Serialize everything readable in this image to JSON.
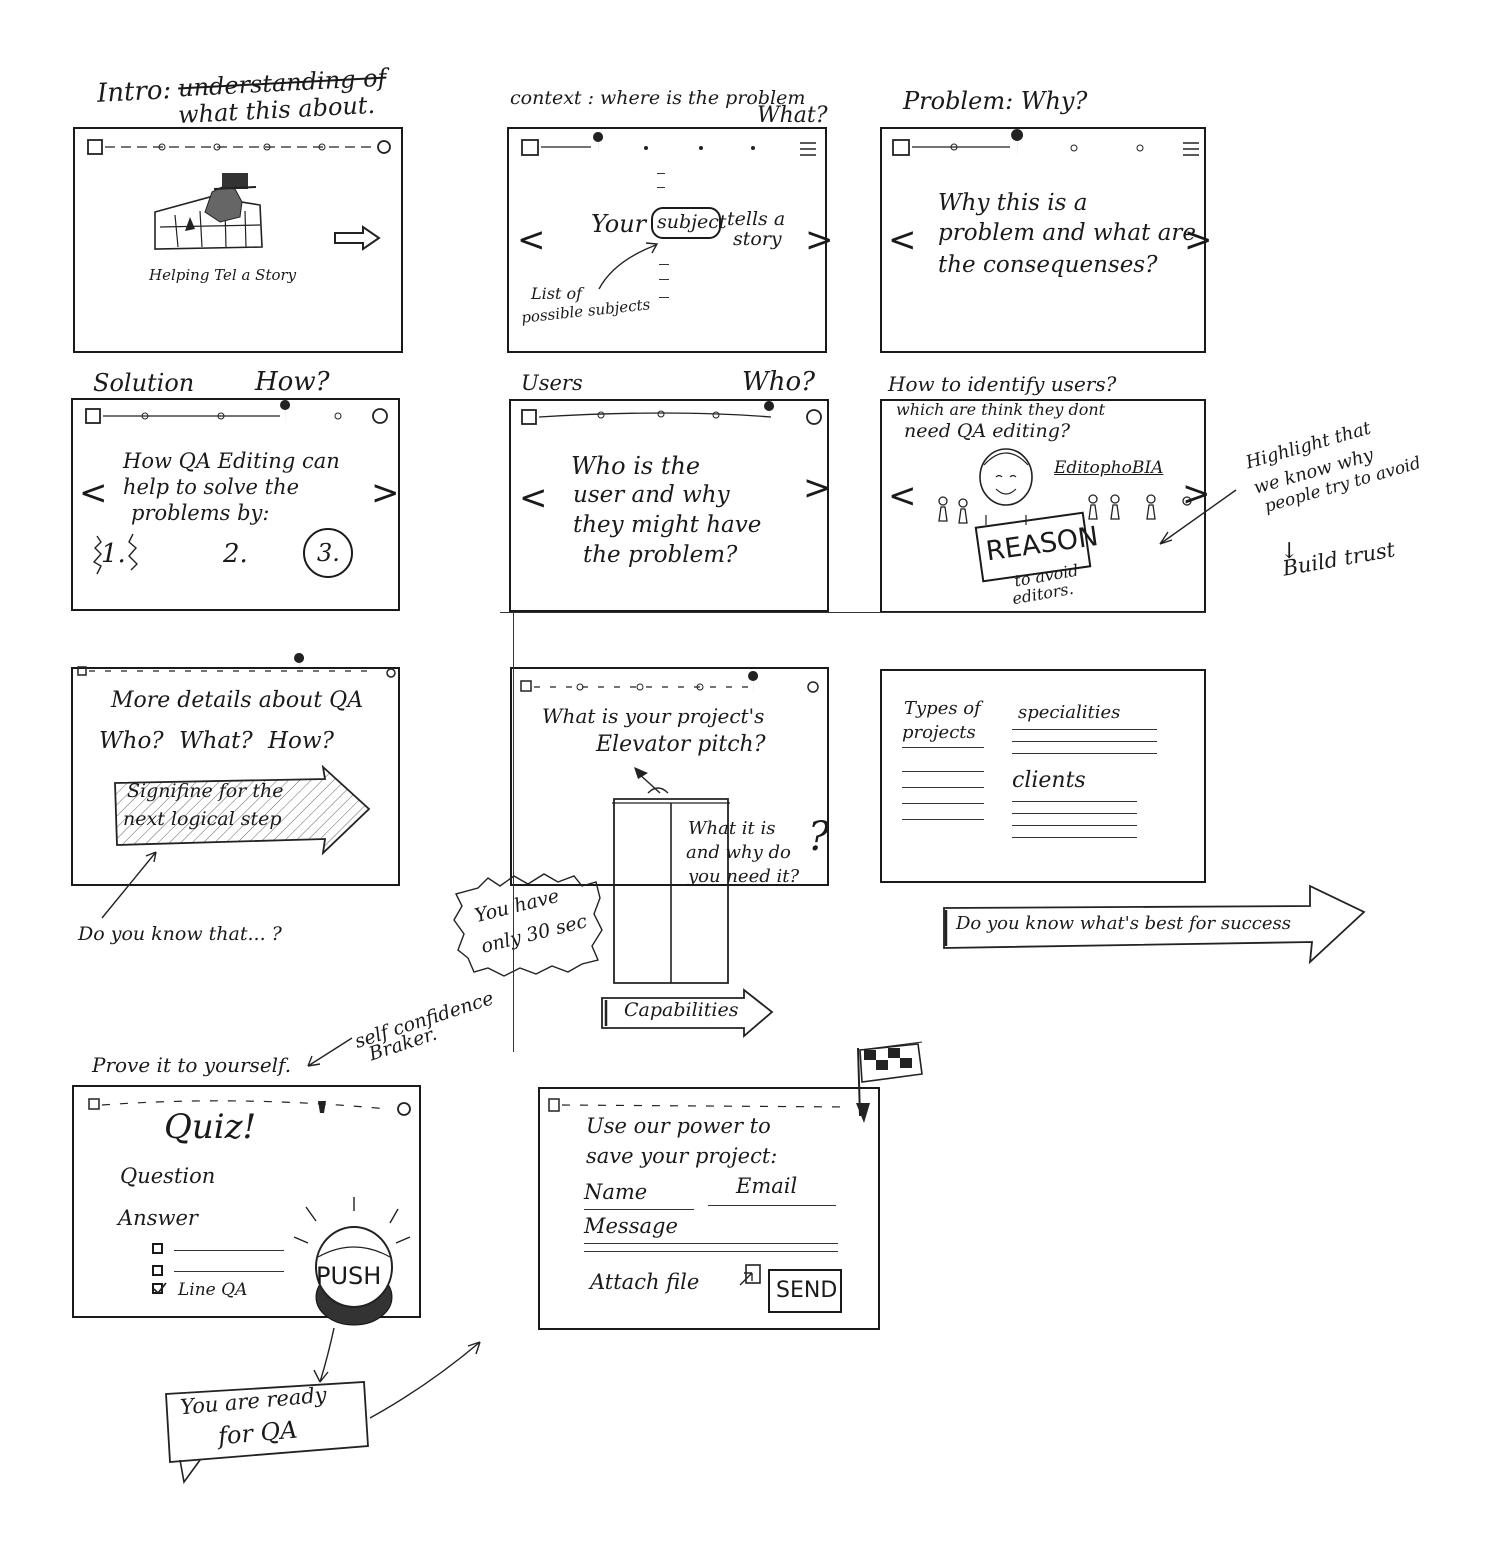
{
  "frames": {
    "intro": {
      "heading_struck": "understanding of",
      "heading_line1": "Intro:",
      "heading_line2": "what this about.",
      "caption": "Helping Tel a Story"
    },
    "context": {
      "heading": "context : where is the problem",
      "heading_what": "What?",
      "your": "Your",
      "subject": "subject",
      "tells_a": "tells a",
      "story": "story",
      "note_line1": "List of",
      "note_line2": "possible subjects"
    },
    "problem": {
      "heading": "Problem:  Why?",
      "body_line1": "Why this is a",
      "body_line2": "problem and what are",
      "body_line3": "the consequenses?"
    },
    "solution": {
      "heading": "Solution",
      "heading_how": "How?",
      "body_line1": "How QA Editing can",
      "body_line2": "help to solve the",
      "body_line3": "problems by:",
      "step1": "1.",
      "step2": "2.",
      "step3": "3."
    },
    "users": {
      "heading": "Users",
      "heading_who": "Who?",
      "body_line1": "Who is the",
      "body_line2": "user and why",
      "body_line3": "they might have",
      "body_line4": "the problem?"
    },
    "identify": {
      "heading": "How to identify users?",
      "subheading_line1": "which are think they dont",
      "subheading_line2": "need QA editing?",
      "label": "EditophoBIA",
      "reason": "REASON",
      "reason_caption_line1": "to avoid",
      "reason_caption_line2": "editors.",
      "note_line1": "Highlight that",
      "note_line2": "we know why",
      "note_line3": "people try to avoid",
      "note_arrow": "↓",
      "note_line4": "Build trust"
    },
    "details": {
      "heading": "More details about QA",
      "questions": "Who?   What?   How?",
      "arrow_line1": "Signifine for the",
      "arrow_line2": "next logical step",
      "note": "Do you know that... ?"
    },
    "elevator": {
      "heading_line1": "What is your project's",
      "heading_line2": "Elevator pitch?",
      "inside_line1": "What it is",
      "inside_line2": "and why do",
      "inside_line3": "you need it?",
      "qmark": "?",
      "burst_line1": "You have",
      "burst_line2": "only 30 sec",
      "button": "Capabilities"
    },
    "types": {
      "col1_line1": "Types of",
      "col1_line2": "projects",
      "col2": "specialities",
      "col3": "clients",
      "arrow": "Do you know what's best for success"
    },
    "quiz": {
      "heading": "Prove it to yourself.",
      "note_line1": "self confidence",
      "note_line2": "Braker.",
      "title": "Quiz!",
      "question": "Question",
      "answer": "Answer",
      "option3": "Line QA",
      "push": "PUSH",
      "bubble_line1": "You are ready",
      "bubble_line2": "for QA"
    },
    "contact": {
      "body_line1": "Use our power to",
      "body_line2": "save your project:",
      "name": "Name",
      "email": "Email",
      "message": "Message",
      "attach": "Attach file",
      "send": "SEND"
    }
  }
}
